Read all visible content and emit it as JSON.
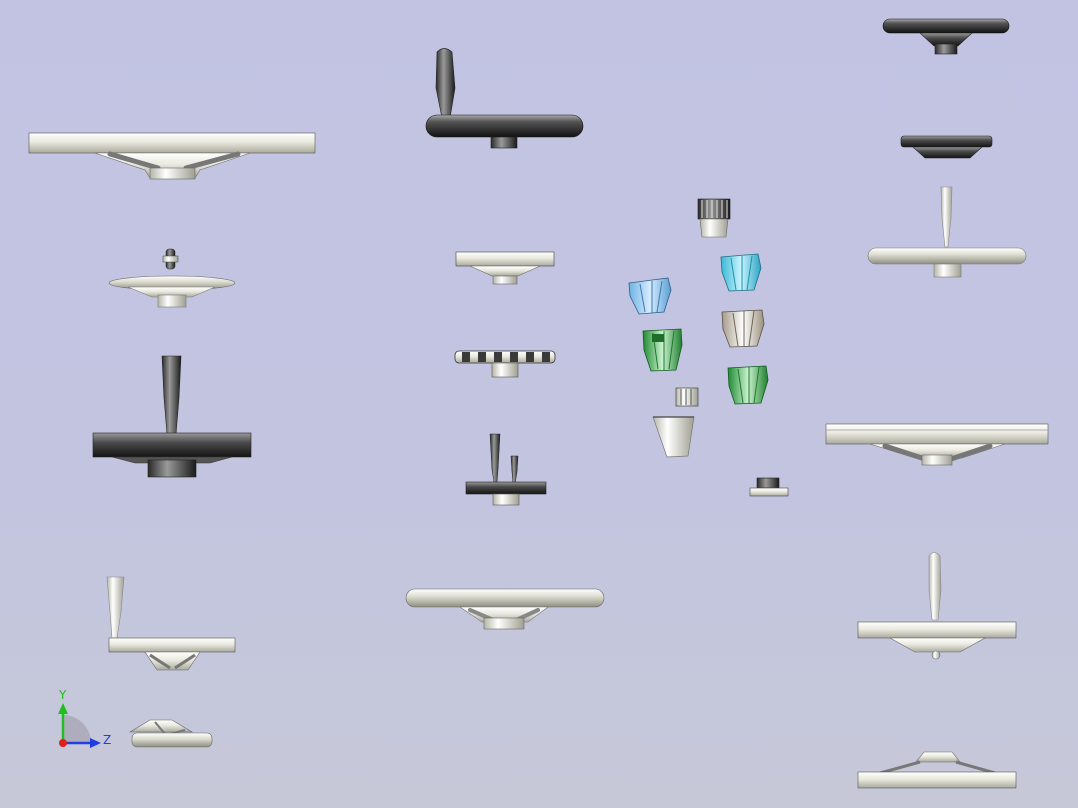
{
  "viewport": {
    "background_top": "#c2c3e3",
    "background_bottom": "#c6c8d8"
  },
  "triad": {
    "y_label": "Y",
    "z_label": "Z",
    "y_color": "#1fbf1f",
    "z_color": "#1f3fe0",
    "x_color": "#e01f1f"
  },
  "palette": {
    "silver_light": "#f2f2ea",
    "silver_mid": "#cfcfc2",
    "silver_dark": "#8f8f85",
    "black_light": "#8a8a8a",
    "black_dark": "#1e1e1e",
    "cyan": "#5fd3e8",
    "light_blue": "#8fc9ef",
    "green": "#3cb24a",
    "beige": "#d8d0c2"
  },
  "parts": [
    "large-flat-spoked-handwheel",
    "small-handwheel-with-pin",
    "black-handwheel-with-tall-handle",
    "handwheel-with-white-crank-handle",
    "small-disc-handwheel",
    "black-crank-handwheel",
    "small-dish-handwheel",
    "knurled-rim-handwheel",
    "black-disc-with-two-pins",
    "large-torus-rim-handwheel",
    "knurled-cylinder-knob",
    "light-blue-fluted-knob",
    "cyan-fluted-knob",
    "green-fluted-knob-a",
    "beige-fluted-knob",
    "green-fluted-knob-b",
    "small-knurled-ring",
    "white-tapered-knob",
    "small-hex-nut-knob",
    "black-steering-handwheel",
    "black-scalloped-knob",
    "handwheel-with-vertical-white-pin",
    "large-flat-handwheel-right",
    "handwheel-with-tall-white-handle",
    "flat-handwheel-bottom-right"
  ]
}
